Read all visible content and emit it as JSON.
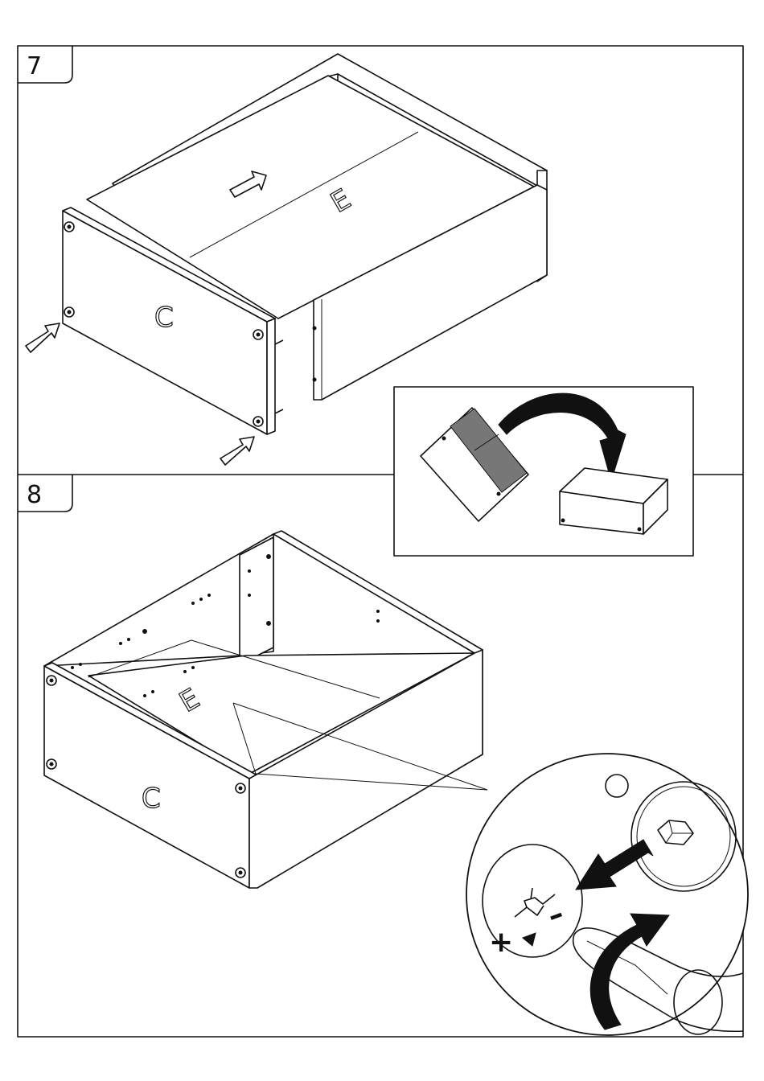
{
  "steps": [
    {
      "number": "7",
      "panel_label_front": "C",
      "panel_label_bottom": "E"
    },
    {
      "number": "8",
      "panel_label_front": "C",
      "panel_label_bottom": "E"
    }
  ],
  "detail": {
    "plus_sign": "+",
    "minus_sign": "–"
  }
}
